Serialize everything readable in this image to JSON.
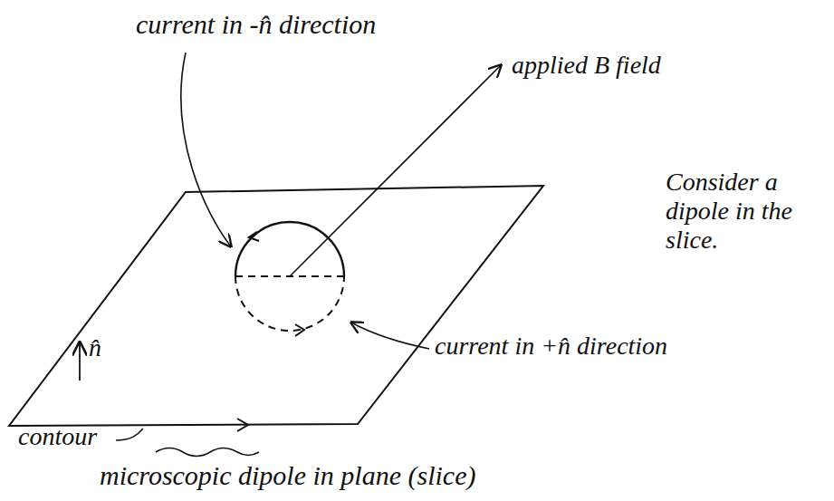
{
  "diagram": {
    "labels": [
      "current in -n̂ direction",
      "applied B field",
      "Consider a dipole in the slice.",
      "n̂",
      "current in +n̂ direction",
      "contour",
      "microscopic dipole in plane (slice)"
    ]
  }
}
